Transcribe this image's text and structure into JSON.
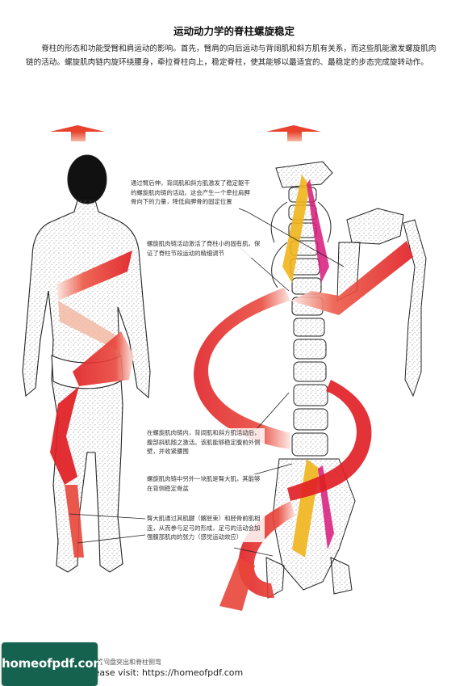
{
  "page": {
    "title": "运动动力学的脊柱螺旋稳定",
    "intro": "脊柱的形态和功能受臂和肩运动的影响。首先，臂肩的向后运动与背阔肌和斜方肌有关系，而这些肌能激发螺旋肌肉链的活动。螺旋肌肉链内旋环绕腰身，牵拉脊柱向上，稳定脊柱，使其能够以最适宜的、最稳定的步态完成旋转动作。"
  },
  "figure": {
    "callouts": [
      "通过臂后伸，背阔肌和斜方肌激发了稳定躯干的螺旋肌肉链的活动。这会产生一个牵拉肩胛骨向下的力量，降低肩胛骨的固定位置",
      "螺旋肌肉链活动激活了脊柱小的固有肌，保证了脊柱节段运动的精细调节",
      "在螺旋肌肉链内，背阔肌和斜方肌活动后，腹部斜肌随之激活。该肌能够稳定腹前外侧壁，并收紧腰围",
      "螺旋肌肉链中另外一块肌是臀大肌，其能够在背侧稳定骨盆",
      "臀大肌通过其肌腱（髂胫束）和胫骨前肌相连，从而参与足弓的形成，足弓的活动会加强腹部肌肉的张力（感觉运动效应）"
    ],
    "colors": {
      "arrow": "#e8422c",
      "spiral_red": "#e01d22",
      "spiral_pink": "#f2b9a3",
      "muscle_yellow": "#f1b51c",
      "muscle_magenta": "#d7197a",
      "skin_stipple": "#777777"
    }
  },
  "footer": {
    "text": "疗椎间盘突出和脊柱侧弯",
    "visit": "re please visit: https://homeofpdf.com",
    "badge": "homeofpdf.com",
    "badge_color": "#15624f"
  }
}
